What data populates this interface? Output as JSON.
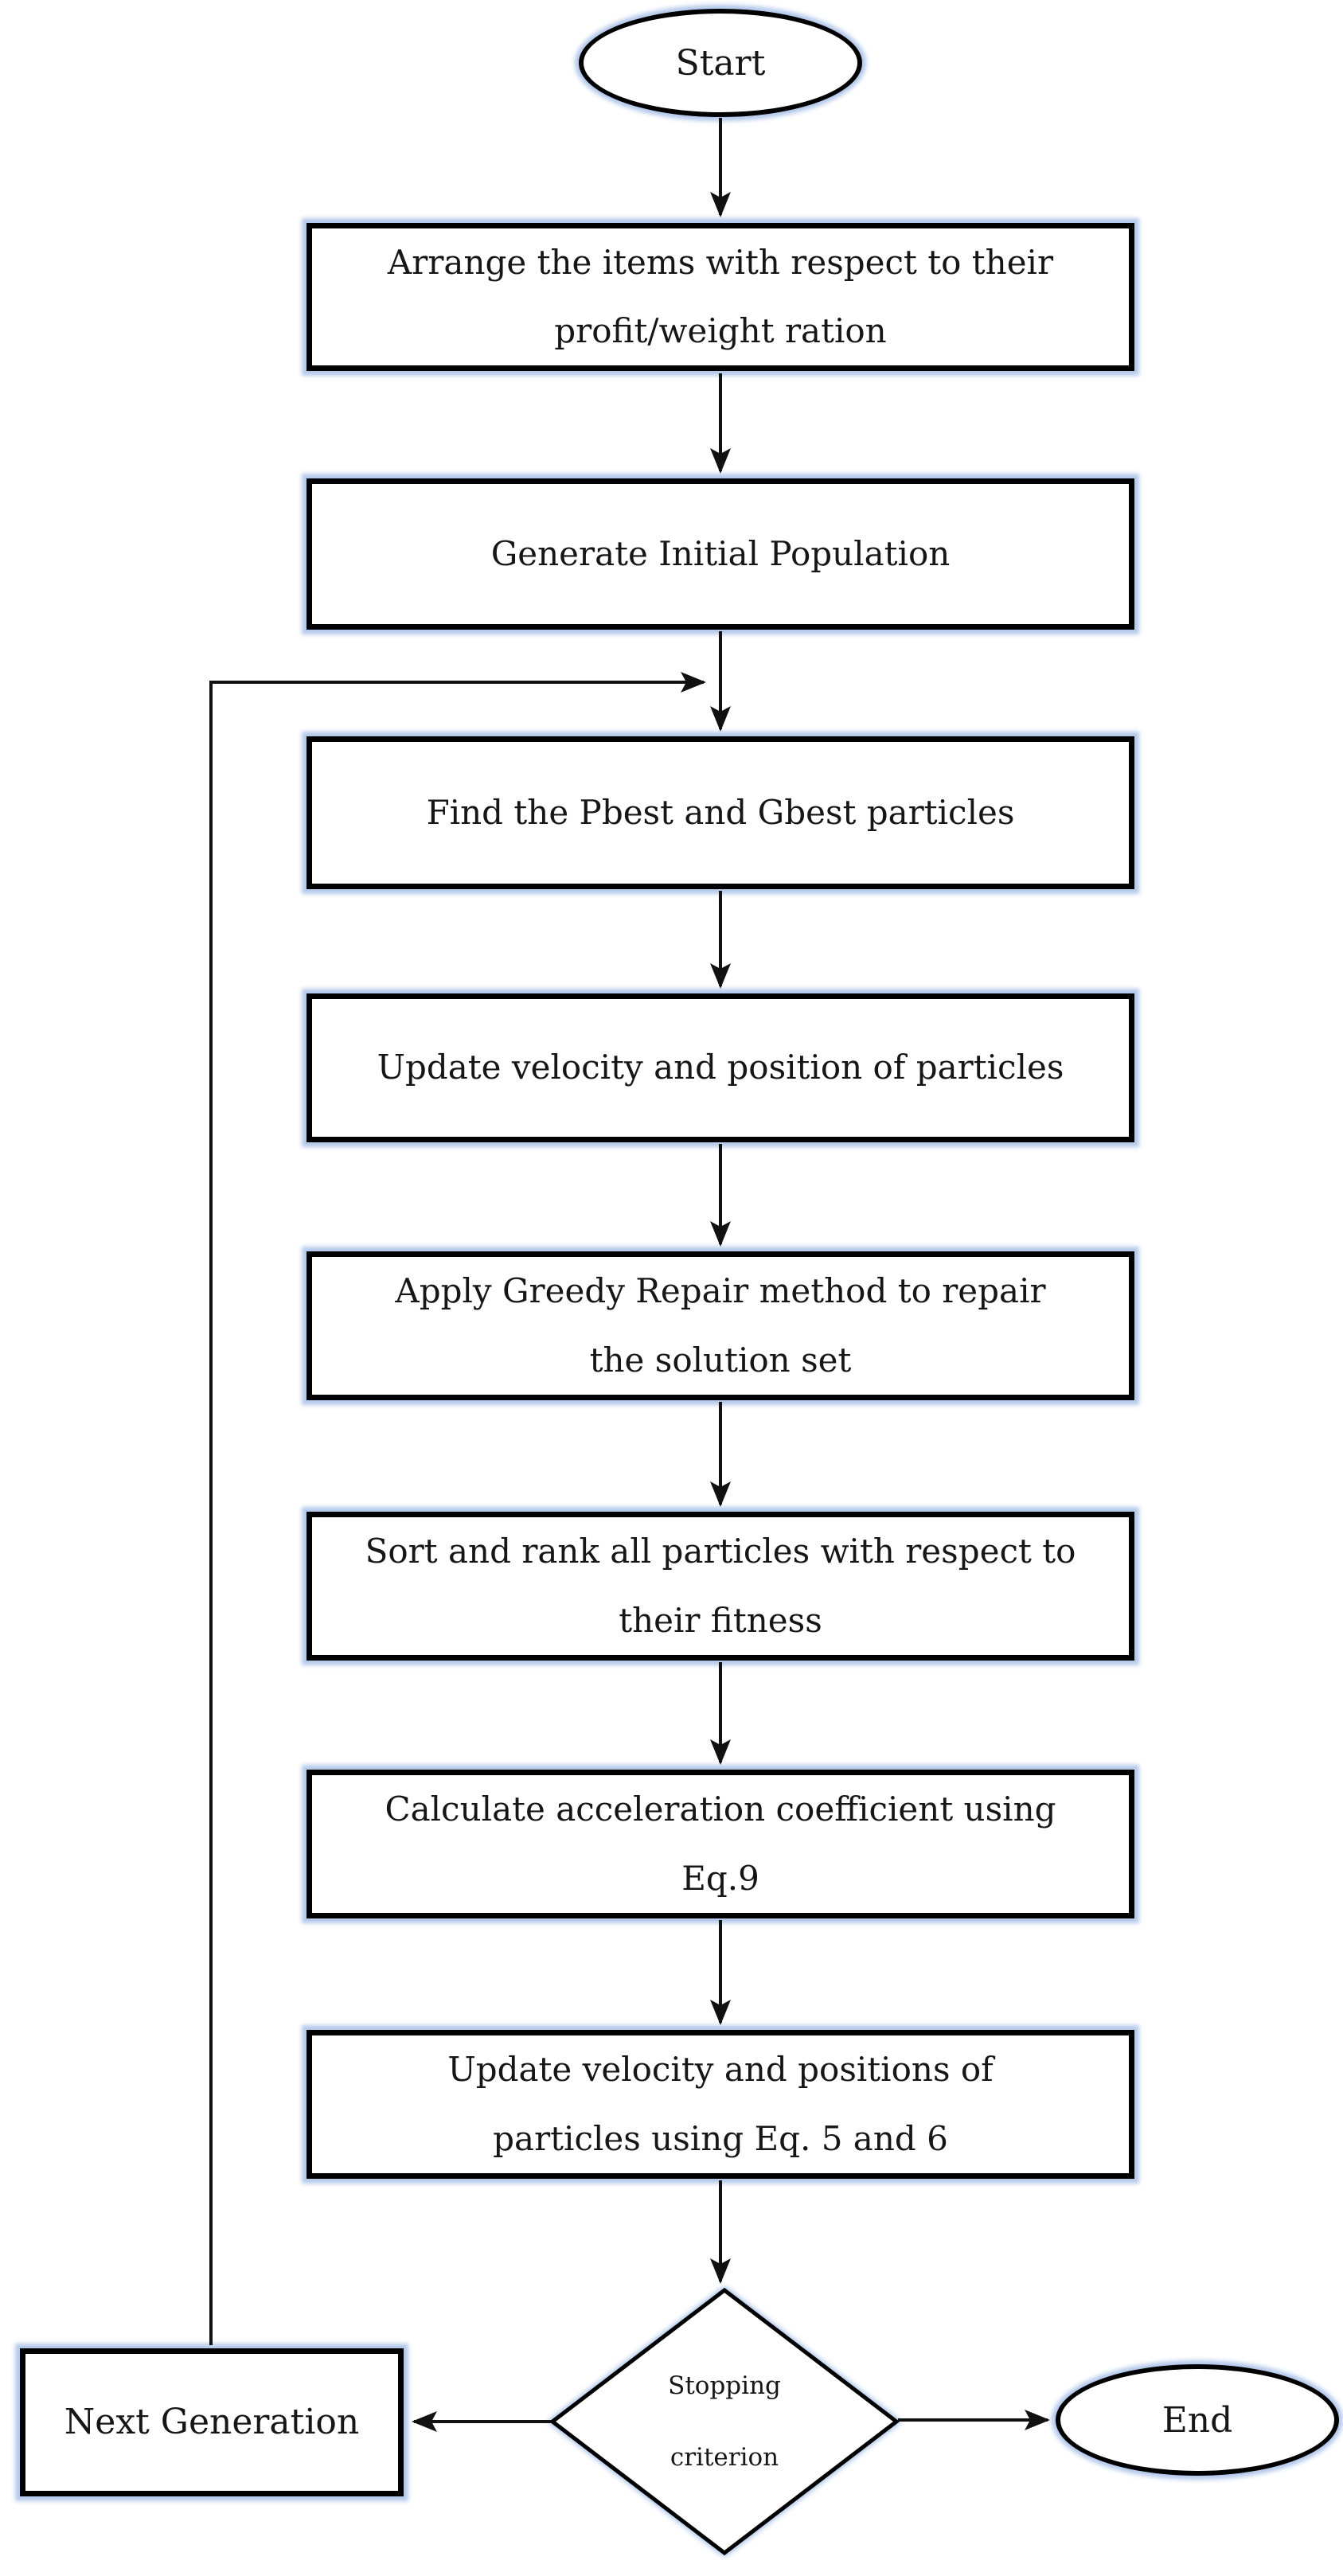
{
  "diagram": {
    "title": "Flowchart",
    "nodes": {
      "start": {
        "label": "Start"
      },
      "arrange": {
        "lines": [
          "Arrange the items with respect to their",
          "profit/weight ration"
        ]
      },
      "generate": {
        "lines": [
          "Generate Initial Population"
        ]
      },
      "find_best": {
        "lines": [
          "Find the Pbest and Gbest particles"
        ]
      },
      "update_position": {
        "lines": [
          "Update velocity and position of particles"
        ]
      },
      "greedy_repair": {
        "lines": [
          "Apply Greedy Repair method to repair",
          "the solution set"
        ]
      },
      "sort_rank": {
        "lines": [
          "Sort and rank all particles with respect to",
          "their fitness"
        ]
      },
      "acceleration": {
        "lines": [
          "Calculate acceleration coefficient using",
          "Eq.9"
        ]
      },
      "update_equations": {
        "lines": [
          "Update velocity and positions of",
          "particles using Eq. 5 and 6"
        ]
      },
      "stopping": {
        "lines": [
          "Stopping",
          "criterion"
        ]
      },
      "next_generation": {
        "label": "Next Generation"
      },
      "end": {
        "label": "End"
      }
    },
    "colors": {
      "shape_border": "#000000",
      "glow": "#c3d4ee",
      "connector": "#111111",
      "background": "#ffffff",
      "text": "#161616"
    }
  }
}
